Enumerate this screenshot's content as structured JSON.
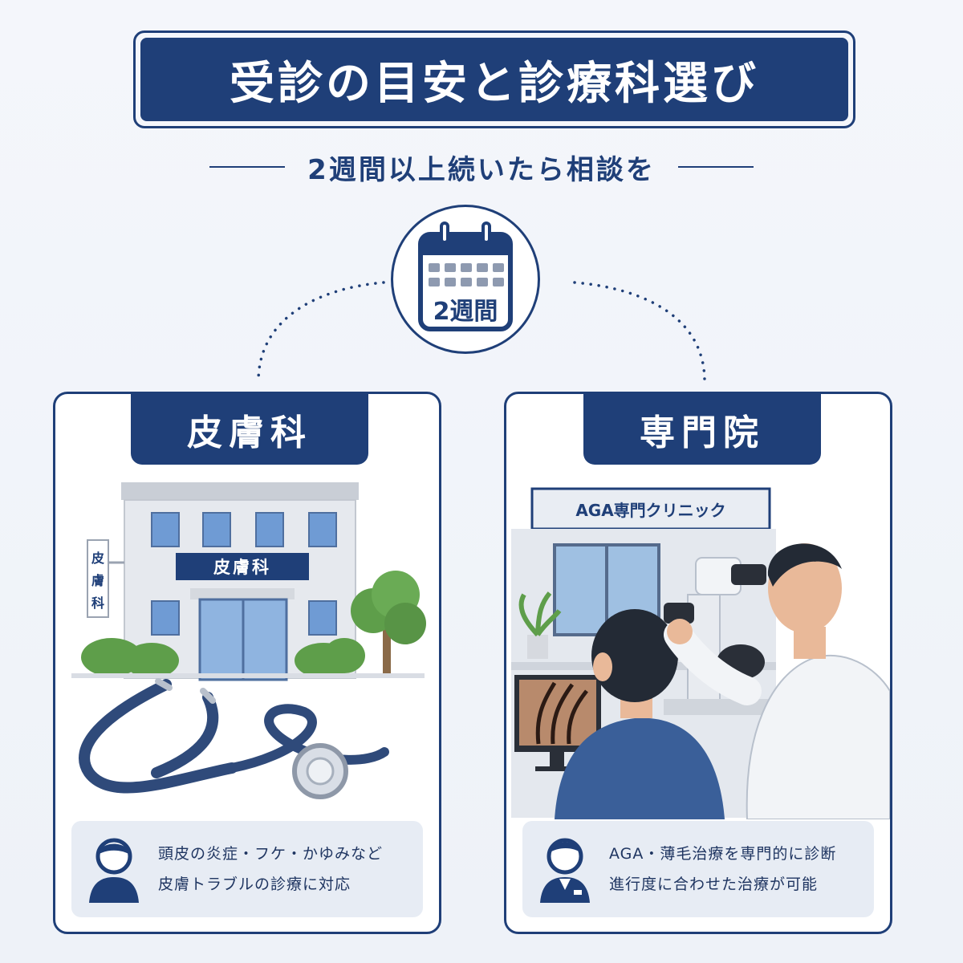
{
  "header": {
    "title": "受診の目安と診療科選び",
    "subtitle": "2週間以上続いたら相談を"
  },
  "calendar": {
    "label": "2週間",
    "icon": "calendar-icon"
  },
  "cards": [
    {
      "badge": "皮膚科",
      "sign_building": "皮膚科",
      "sign_vertical": "皮膚科",
      "icons": [
        "clinic-building-icon",
        "stethoscope-icon",
        "tree-icon"
      ],
      "info_icon": "patient-avatar-icon",
      "info_lines": [
        "頭皮の炎症・フケ・かゆみなど",
        "皮膚トラブルの診療に対応"
      ]
    },
    {
      "badge": "専門院",
      "sign_building": "AGA専門クリニック",
      "icons": [
        "doctor-microscope-icon",
        "monitor-icon",
        "plant-icon"
      ],
      "info_icon": "doctor-avatar-icon",
      "info_lines": [
        "AGA・薄毛治療を専門的に診断",
        "進行度に合わせた治療が可能"
      ]
    }
  ],
  "colors": {
    "navy": "#1f3f78",
    "background": "#f1f4f9",
    "info_bg": "#e7ecf4",
    "tree_green": "#5e9e4a"
  }
}
